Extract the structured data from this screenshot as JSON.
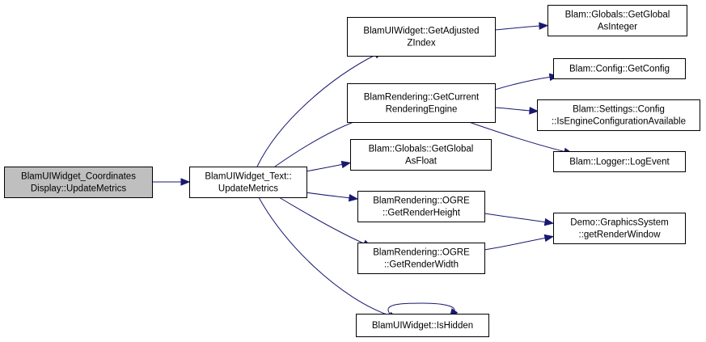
{
  "graph": {
    "nodes": [
      {
        "id": "root",
        "lines": [
          "BlamUIWidget_Coordinates",
          "Display::UpdateMetrics"
        ],
        "highlighted": true
      },
      {
        "id": "update_metrics",
        "lines": [
          "BlamUIWidget_Text::",
          "UpdateMetrics"
        ]
      },
      {
        "id": "get_adjusted_zindex",
        "lines": [
          "BlamUIWidget::GetAdjusted",
          "ZIndex"
        ]
      },
      {
        "id": "get_current_rendering_engine",
        "lines": [
          "BlamRendering::GetCurrent",
          "RenderingEngine"
        ]
      },
      {
        "id": "get_global_as_float",
        "lines": [
          "Blam::Globals::GetGlobal",
          "AsFloat"
        ]
      },
      {
        "id": "ogre_get_render_height",
        "lines": [
          "BlamRendering::OGRE",
          "::GetRenderHeight"
        ]
      },
      {
        "id": "ogre_get_render_width",
        "lines": [
          "BlamRendering::OGRE",
          "::GetRenderWidth"
        ]
      },
      {
        "id": "is_hidden",
        "lines": [
          "BlamUIWidget::IsHidden"
        ]
      },
      {
        "id": "get_global_as_integer",
        "lines": [
          "Blam::Globals::GetGlobal",
          "AsInteger"
        ]
      },
      {
        "id": "get_config",
        "lines": [
          "Blam::Config::GetConfig"
        ]
      },
      {
        "id": "is_engine_configuration_available",
        "lines": [
          "Blam::Settings::Config",
          "::IsEngineConfigurationAvailable"
        ]
      },
      {
        "id": "log_event",
        "lines": [
          "Blam::Logger::LogEvent"
        ]
      },
      {
        "id": "get_render_window",
        "lines": [
          "Demo::GraphicsSystem",
          "::getRenderWindow"
        ]
      }
    ],
    "edges": [
      {
        "from": "root",
        "to": "update_metrics"
      },
      {
        "from": "update_metrics",
        "to": "get_adjusted_zindex"
      },
      {
        "from": "update_metrics",
        "to": "get_current_rendering_engine"
      },
      {
        "from": "update_metrics",
        "to": "get_global_as_float"
      },
      {
        "from": "update_metrics",
        "to": "ogre_get_render_height"
      },
      {
        "from": "update_metrics",
        "to": "ogre_get_render_width"
      },
      {
        "from": "update_metrics",
        "to": "is_hidden"
      },
      {
        "from": "get_adjusted_zindex",
        "to": "get_global_as_integer"
      },
      {
        "from": "get_current_rendering_engine",
        "to": "get_config"
      },
      {
        "from": "get_current_rendering_engine",
        "to": "is_engine_configuration_available"
      },
      {
        "from": "get_current_rendering_engine",
        "to": "log_event"
      },
      {
        "from": "ogre_get_render_height",
        "to": "get_render_window"
      },
      {
        "from": "ogre_get_render_width",
        "to": "get_render_window"
      },
      {
        "from": "is_hidden",
        "to": "is_hidden"
      }
    ],
    "colors": {
      "edge": "#191970",
      "node_border": "#000000",
      "node_fill": "#ffffff",
      "highlight_fill": "#bfbfbf"
    }
  }
}
